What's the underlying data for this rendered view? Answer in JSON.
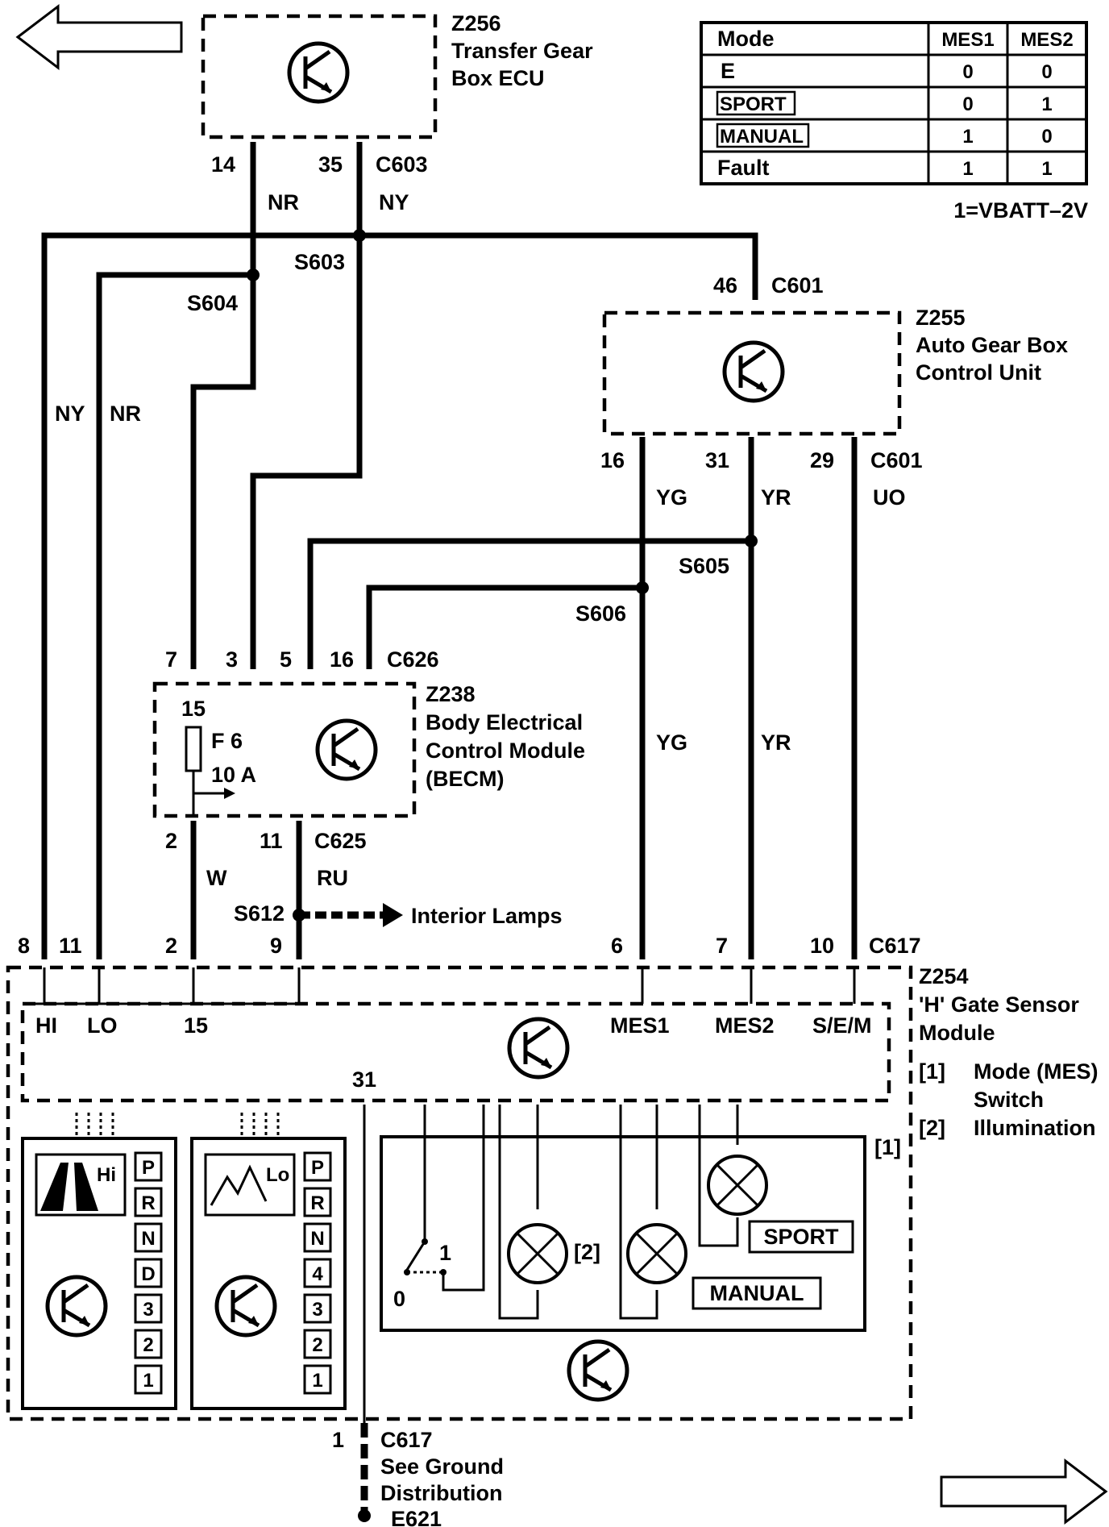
{
  "modules": {
    "z256": {
      "id": "Z256",
      "line1": "Transfer Gear",
      "line2": "Box ECU"
    },
    "z255": {
      "id": "Z255",
      "line1": "Auto Gear Box",
      "line2": "Control Unit"
    },
    "z238": {
      "id": "Z238",
      "line1": "Body Electrical",
      "line2": "Control Module",
      "line3": "(BECM)"
    },
    "z254": {
      "id": "Z254",
      "line1": "'H' Gate Sensor",
      "line2": "Module"
    }
  },
  "mode_table": {
    "headers": [
      "Mode",
      "MES1",
      "MES2"
    ],
    "rows": [
      {
        "mode": "E",
        "mes1": "0",
        "mes2": "0"
      },
      {
        "mode": "SPORT",
        "mes1": "0",
        "mes2": "1"
      },
      {
        "mode": "MANUAL",
        "mes1": "1",
        "mes2": "0"
      },
      {
        "mode": "Fault",
        "mes1": "1",
        "mes2": "1"
      }
    ],
    "note": "1=VBATT–2V"
  },
  "connectors": {
    "c603": "C603",
    "c601": "C601",
    "c626": "C626",
    "c625": "C625",
    "c617": "C617"
  },
  "splices": {
    "s603": "S603",
    "s604": "S604",
    "s605": "S605",
    "s606": "S606",
    "s612": "S612"
  },
  "pins": {
    "z256_14": "14",
    "z256_35": "35",
    "z255_46": "46",
    "z255_16": "16",
    "z255_31": "31",
    "z255_29": "29",
    "becm_7": "7",
    "becm_3": "3",
    "becm_5": "5",
    "becm_16": "16",
    "becm_2": "2",
    "becm_11": "11",
    "hg_8": "8",
    "hg_11": "11",
    "hg_2": "2",
    "hg_9": "9",
    "hg_6": "6",
    "hg_7": "7",
    "hg_10": "10",
    "gnd_1": "1",
    "pin31": "31"
  },
  "wires": {
    "nr_top": "NR",
    "ny_top": "NY",
    "ny_left": "NY",
    "nr_left": "NR",
    "yg_top": "YG",
    "yr_top": "YR",
    "uo": "UO",
    "yg_mid": "YG",
    "yr_mid": "YR",
    "w": "W",
    "ru": "RU"
  },
  "fuse": {
    "pin": "15",
    "name": "F 6",
    "rating": "10 A"
  },
  "interior_lamps": "Interior Lamps",
  "hgate_inputs": {
    "hi": "HI",
    "lo": "LO",
    "p15": "15",
    "mes1": "MES1",
    "mes2": "MES2",
    "sem": "S/E/M"
  },
  "legend": {
    "ref1": "[1]",
    "ref1_line1": "Mode (MES)",
    "ref1_line2": "Switch",
    "ref2": "[2]",
    "ref2_text": "Illumination"
  },
  "switch_box_ref": "[1]",
  "lamp_ref": "[2]",
  "switch_positions": {
    "one": "1",
    "zero": "0"
  },
  "mode_labels": {
    "sport": "SPORT",
    "manual": "MANUAL"
  },
  "hi_panel": {
    "label": "Hi",
    "gears": [
      "P",
      "R",
      "N",
      "D",
      "3",
      "2",
      "1"
    ]
  },
  "lo_panel": {
    "label": "Lo",
    "gears": [
      "P",
      "R",
      "N",
      "4",
      "3",
      "2",
      "1"
    ]
  },
  "ground": {
    "line1": "See Ground",
    "line2": "Distribution",
    "ref": "E621"
  }
}
